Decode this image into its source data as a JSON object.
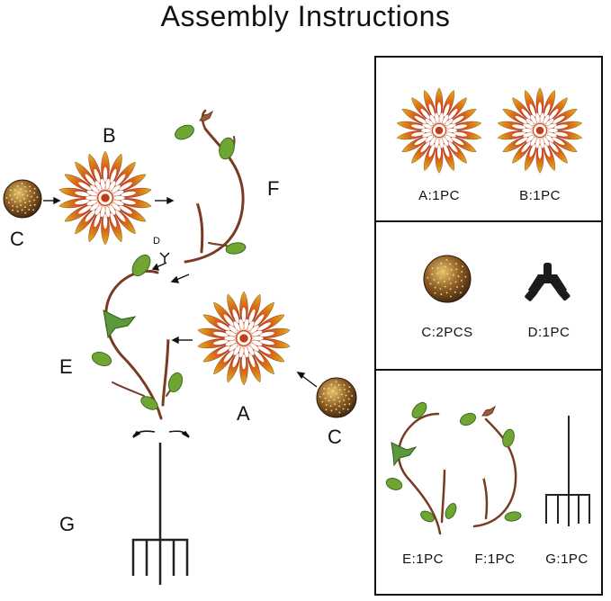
{
  "title": "Assembly Instructions",
  "diagram": {
    "labels": {
      "a": "A",
      "b": "B",
      "c_left": "C",
      "c_right": "C",
      "d": "D",
      "e": "E",
      "f": "F",
      "g": "G"
    }
  },
  "parts_list": {
    "a": "A:1PC",
    "b": "B:1PC",
    "c": "C:2PCS",
    "d": "D:1PC",
    "e": "E:1PC",
    "f": "F:1PC",
    "g": "G:1PC"
  },
  "colors": {
    "petal_tip": "#e0b21c",
    "petal_mid": "#d24a1a",
    "petal_base": "#8a2410",
    "stem": "#7a3b24",
    "leaf": "#6fa633",
    "leaf_dark": "#3f6b1e",
    "globe": "#5a3515",
    "globe_light": "#f2d070",
    "line": "#111111"
  }
}
